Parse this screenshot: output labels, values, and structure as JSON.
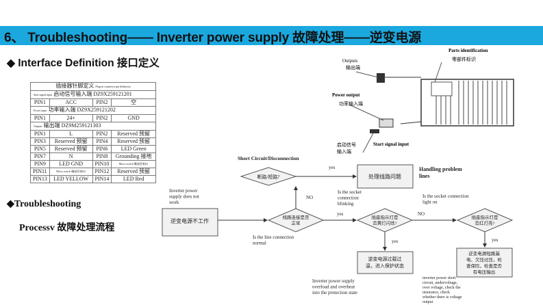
{
  "header": {
    "title": "6、 Troubleshooting—— Inverter power supply   故障处理——逆变电源",
    "color": "#1ba8df"
  },
  "interface": {
    "heading": "◆ Interface Definition 接口定义"
  },
  "troubleshooting": {
    "heading": "◆Troubleshooting",
    "sub": "Processv  故障处理流程"
  },
  "pin_table": {
    "title": "插接器针脚定义",
    "title_en": "Plug-in connector pin definition",
    "sections": [
      {
        "label_en": "Start signal input",
        "label": "启动信号输入端 DZ9X259121201",
        "rows": [
          [
            "PIN1",
            "ACC",
            "PIN2",
            "空"
          ]
        ]
      },
      {
        "label_en": "Power input",
        "label": "功率输入端 DZ9X259121202",
        "rows": [
          [
            "PIN1",
            "24+",
            "PIN2",
            "GND"
          ]
        ]
      },
      {
        "label_en": "Outputs",
        "label": "输出端 DZ9M259121303",
        "rows": [
          [
            "PIN1",
            "L",
            "PIN2",
            "Reserved 预留"
          ],
          [
            "PIN3",
            "Reserved 预留",
            "PIN4",
            "Reserved 预留"
          ],
          [
            "PIN5",
            "Reserved 预留",
            "PIN6",
            "LED Green"
          ],
          [
            "PIN7",
            "N",
            "PIN8",
            "Grounding 接地"
          ],
          [
            "PIN9",
            "LED GND",
            "PIN10",
            "Micro switch 微动开关K1"
          ],
          [
            "PIN11",
            "Micro switch 微动开关K2",
            "PIN12",
            "Reserved 预留"
          ],
          [
            "PIN13",
            "LED YELLOW",
            "PIN14",
            "LED  Red"
          ]
        ]
      }
    ]
  },
  "parts": {
    "parts_id": "Parts identification",
    "parts_id_cn": "零部件标识",
    "outputs": "Outputs",
    "outputs_cn": "输出端",
    "power": "Power output",
    "power_cn": "功率输入端",
    "start": "Start signal input",
    "start_cn1": "启动信号",
    "start_cn2": "输入端"
  },
  "flow": {
    "title": "Short Circuit/Disconnection",
    "start_box": "逆变电源不工作",
    "start_en": [
      "Inverter      power",
      "supply   does   not",
      "work"
    ],
    "d_line": [
      "线路连接是否",
      "正常"
    ],
    "d_line_en": [
      "Is the line connection",
      "normal"
    ],
    "d_short": "断路/短路?",
    "box_handle": "处理线路问题",
    "handle_en": [
      "Handling          problem",
      "lines"
    ],
    "d_blink": [
      "插座指示灯是",
      "否黄灯闪烁?"
    ],
    "blink_en": [
      "Is      the      socket",
      "connection",
      "blinking"
    ],
    "d_red": [
      "插座指示灯是",
      "否红灯亮?"
    ],
    "red_en": [
      "Is the socket connection",
      "light on"
    ],
    "box_overload": [
      "逆变电源过载过",
      "温，进入保护状态"
    ],
    "overload_en": [
      "Inverter    power    supply",
      "overload    and    overheat",
      "into the protection state"
    ],
    "box_short": [
      "逆变电源短路漏",
      "电、欠压过压，检",
      "查保险，检查是否",
      "有电压输出"
    ],
    "short_en": [
      "inverter    power    short",
      "circuit,   undervoltage,",
      "over  voltage,  check  the",
      "insurance,            check",
      "whether  there  is  voltage",
      "output"
    ],
    "yes": "yes",
    "no": "NO"
  }
}
